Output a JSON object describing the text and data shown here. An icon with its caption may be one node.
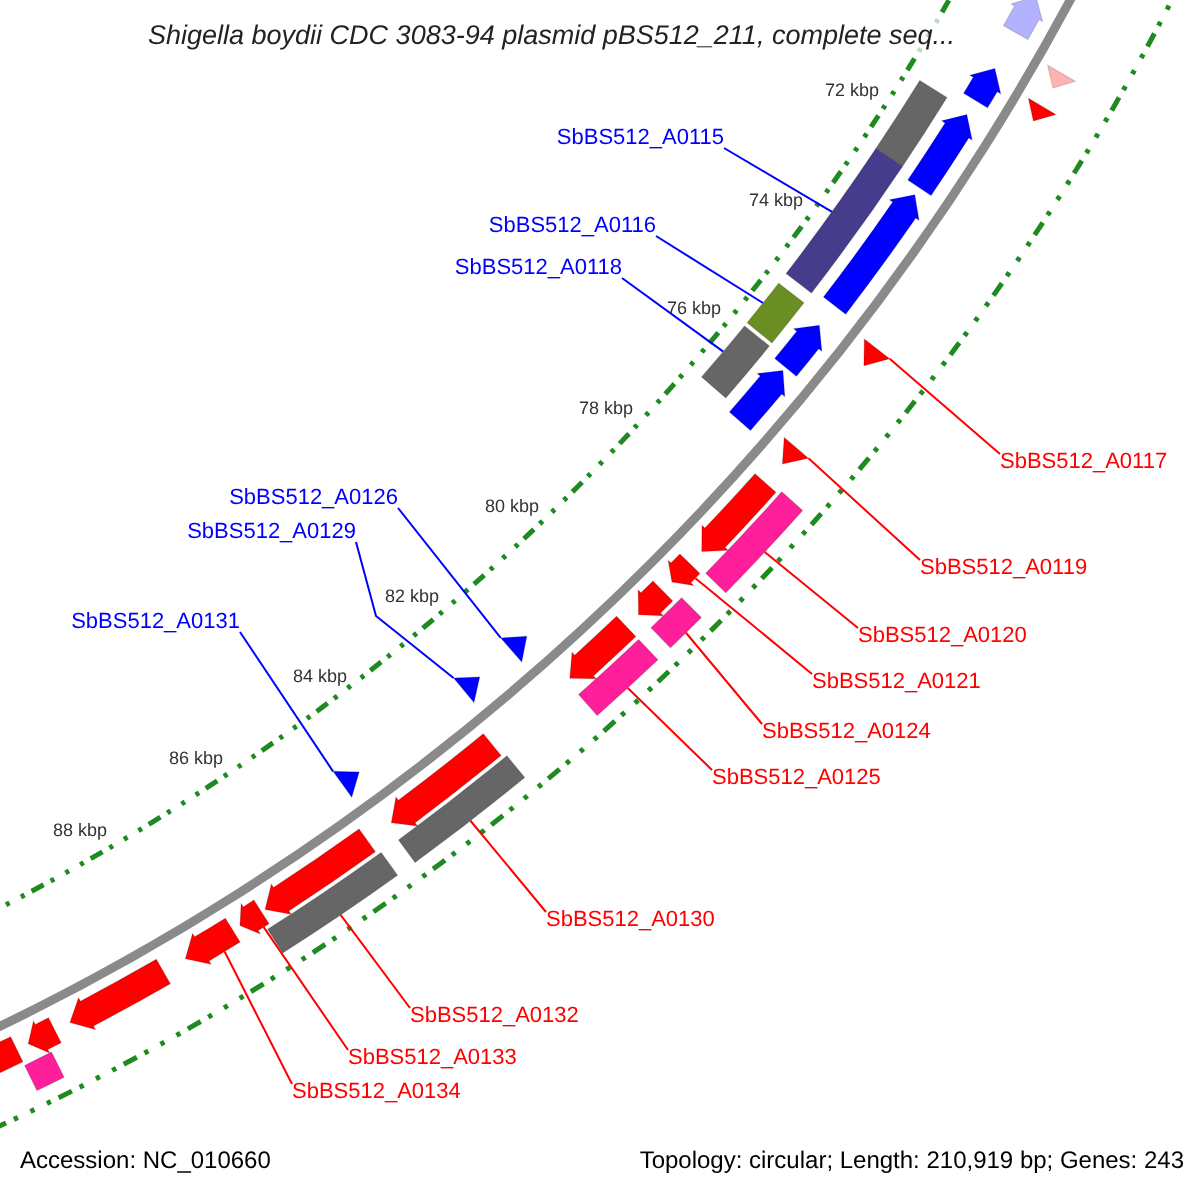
{
  "diagram": {
    "title": "Shigella boydii CDC 3083-94 plasmid pBS512_211, complete seq...",
    "nodes": [
      {
        "text": [
          "SbBS512_A0115"
        ]
      },
      {
        "text": [
          "SbBS512_A0116"
        ]
      },
      {
        "text": [
          "SbBS512_A0118"
        ]
      },
      {
        "text": [
          "SbBS512_A0117"
        ]
      },
      {
        "text": [
          "SbBS512_A0126"
        ]
      },
      {
        "text": [
          "SbBS512_A0129"
        ]
      },
      {
        "text": [
          "SbBS512_A0119"
        ]
      },
      {
        "text": [
          "SbBS512_A0131"
        ]
      },
      {
        "text": [
          "SbBS512_A0120"
        ]
      },
      {
        "text": [
          "SbBS512_A0121"
        ]
      },
      {
        "text": [
          "SbBS512_A0124"
        ]
      },
      {
        "text": [
          "SbBS512_A0125"
        ]
      },
      {
        "text": [
          "SbBS512_A0130"
        ]
      },
      {
        "text": [
          "SbBS512_A0132"
        ]
      },
      {
        "text": [
          "SbBS512_A0133"
        ]
      },
      {
        "text": [
          "SbBS512_A0134"
        ]
      },
      {
        "text": [],
        "shape": "arrow"
      },
      {
        "text": [],
        "shape": "triangle"
      },
      {
        "text": [],
        "shape": "arrow"
      },
      {
        "text": [],
        "shape": "triangle"
      },
      {
        "text": [],
        "shape": "bar"
      },
      {
        "text": [],
        "shape": "arrow"
      },
      {
        "text": [],
        "shape": "bar"
      },
      {
        "text": [],
        "shape": "arrow"
      },
      {
        "text": [],
        "shape": "triangle"
      },
      {
        "text": [],
        "shape": "bar"
      },
      {
        "text": [],
        "shape": "arrow"
      },
      {
        "text": [],
        "shape": "bar"
      },
      {
        "text": [],
        "shape": "arrow"
      },
      {
        "text": [],
        "shape": "triangle"
      },
      {
        "text": [],
        "shape": "bar"
      },
      {
        "text": [],
        "shape": "arrow"
      },
      {
        "text": [],
        "shape": "arrow"
      },
      {
        "text": [],
        "shape": "bar"
      },
      {
        "text": [],
        "shape": "arrow"
      },
      {
        "text": [],
        "shape": "bar"
      },
      {
        "text": [],
        "shape": "arrow"
      },
      {
        "text": [],
        "shape": "triangle"
      },
      {
        "text": [],
        "shape": "triangle"
      },
      {
        "text": [],
        "shape": "bar"
      },
      {
        "text": [],
        "shape": "arrow"
      },
      {
        "text": [],
        "shape": "triangle"
      },
      {
        "text": [],
        "shape": "bar"
      },
      {
        "text": [],
        "shape": "arrow"
      },
      {
        "text": [],
        "shape": "arrow"
      },
      {
        "text": [],
        "shape": "arrow"
      },
      {
        "text": [],
        "shape": "arrow"
      },
      {
        "text": [],
        "shape": "arrow"
      },
      {
        "text": [],
        "shape": "bar"
      },
      {
        "text": [],
        "shape": "arrow"
      }
    ],
    "edges": [
      {
        "from": 0,
        "to": 22,
        "arrow": "none",
        "color": "#0000ff"
      },
      {
        "from": 1,
        "to": 25,
        "arrow": "none",
        "color": "#0000ff"
      },
      {
        "from": 2,
        "to": 27,
        "arrow": "none",
        "color": "#0000ff"
      },
      {
        "from": 3,
        "to": 24,
        "arrow": "none"
      },
      {
        "from": 4,
        "to": 37,
        "arrow": "none",
        "color": "#0000ff"
      },
      {
        "from": 5,
        "to": 38,
        "arrow": "none",
        "color": "#0000ff"
      },
      {
        "from": 6,
        "to": 29,
        "arrow": "none"
      },
      {
        "from": 7,
        "to": 41,
        "arrow": "none",
        "color": "#0000ff"
      },
      {
        "from": 8,
        "to": 30,
        "arrow": "none"
      },
      {
        "from": 9,
        "to": 32,
        "arrow": "none"
      },
      {
        "from": 10,
        "to": 33,
        "arrow": "none"
      },
      {
        "from": 11,
        "to": 35,
        "arrow": "none"
      },
      {
        "from": 12,
        "to": 39,
        "arrow": "none"
      },
      {
        "from": 13,
        "to": 42,
        "arrow": "none"
      },
      {
        "from": 14,
        "to": 44,
        "arrow": "none"
      },
      {
        "from": 15,
        "to": 45,
        "arrow": "none"
      }
    ],
    "labels": [
      "72 kbp",
      "74 kbp",
      "76 kbp",
      "78 kbp",
      "80 kbp",
      "82 kbp",
      "84 kbp",
      "86 kbp",
      "88 kbp",
      "Accession: NC_010660",
      "Topology: circular; Length: 210,919 bp; Genes: 243"
    ]
  }
}
